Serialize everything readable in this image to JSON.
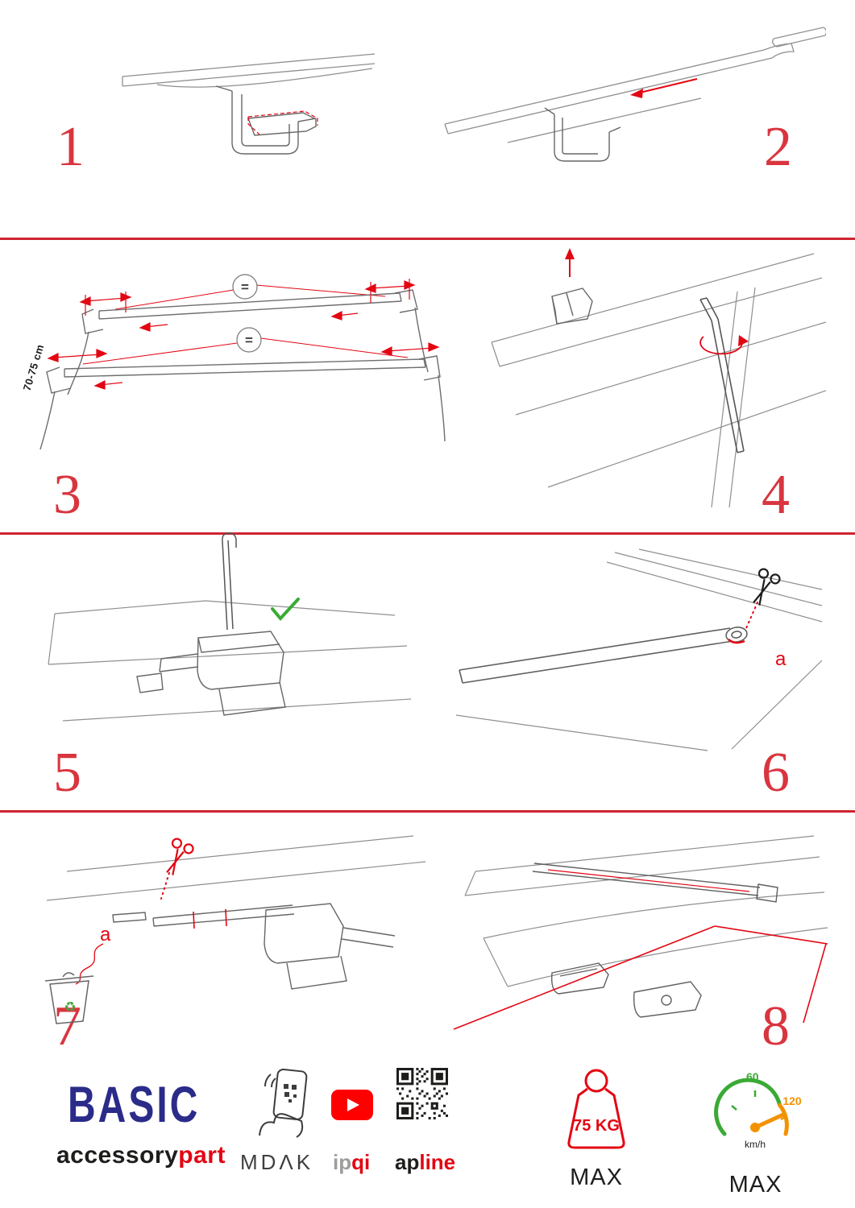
{
  "steps": [
    "1",
    "2",
    "3",
    "4",
    "5",
    "6",
    "7",
    "8"
  ],
  "labels": {
    "dimension": "70-75 cm",
    "equals": "=",
    "part_a": "a"
  },
  "footer": {
    "basic": "BASIC",
    "accessory": "accessory",
    "part": "part",
    "mdak": "MDΛK",
    "ip": "ip",
    "qi": "qi",
    "ap": "ap",
    "line": "line",
    "weight_value": "75 KG",
    "weight_max": "MAX",
    "speed_low": "60",
    "speed_high": "120",
    "speed_unit": "km/h",
    "speed_max": "MAX"
  },
  "icons": {
    "recycle": "♻"
  },
  "colors": {
    "accent_red": "#e30613",
    "divider_red": "#cf2430",
    "number_red": "#d9353f",
    "navy": "#2b2b8a",
    "green": "#3aaa35",
    "orange": "#f39200",
    "youtube_red": "#ff0000",
    "sketch_gray": "#8f8f8f"
  }
}
